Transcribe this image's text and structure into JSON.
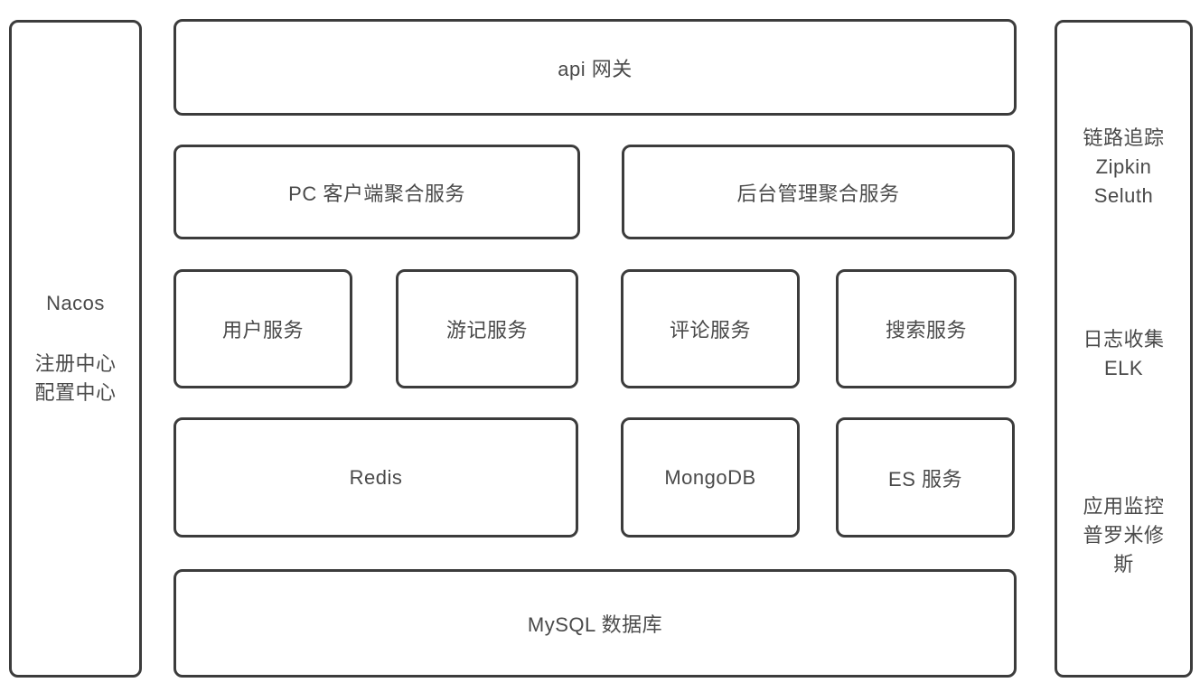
{
  "diagram": {
    "left_panel": {
      "title": "Nacos",
      "lines": [
        "注册中心",
        "配置中心"
      ]
    },
    "gateway_label": "api 网关",
    "aggregation_row": {
      "pc_client": "PC 客户端聚合服务",
      "admin": "后台管理聚合服务"
    },
    "service_row": {
      "user": "用户服务",
      "travel_notes": "游记服务",
      "comment": "评论服务",
      "search": "搜索服务"
    },
    "storage_row": {
      "redis": "Redis",
      "mongodb": "MongoDB",
      "es": "ES 服务"
    },
    "database_label": "MySQL 数据库",
    "right_panel": {
      "tracing": {
        "lines": [
          "链路追踪",
          "Zipkin",
          "Seluth"
        ]
      },
      "logging": {
        "lines": [
          "日志收集",
          "ELK"
        ]
      },
      "monitoring": {
        "lines": [
          "应用监控",
          "普罗米修",
          "斯"
        ]
      }
    }
  },
  "colors": {
    "border": "#3c3c3c",
    "text": "#4a4a4a",
    "background": "#ffffff"
  }
}
